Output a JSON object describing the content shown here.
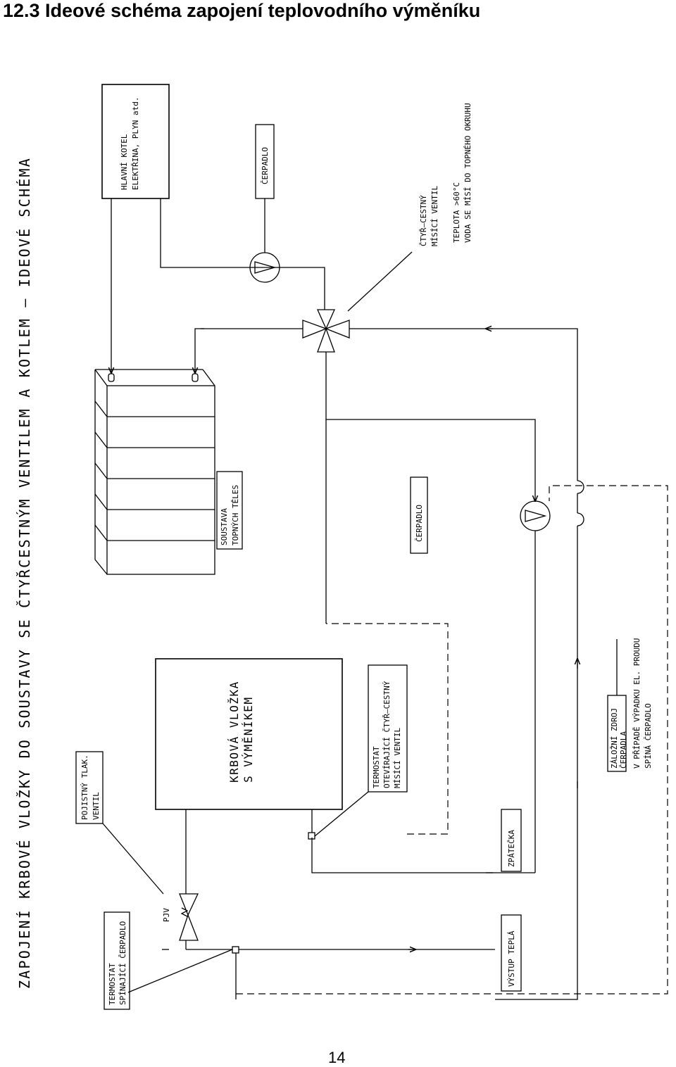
{
  "page": {
    "title": "12.3  Ideové schéma zapojení teplovodního výměníku",
    "page_number": "14"
  },
  "diagram": {
    "heading": "ZAPOJENÍ KRBOVÉ VLOŽKY DO SOUSTAVY SE ČTYŘCESTNÝM VENTILEM A KOTLEM – IDEOVÉ SCHÉMA",
    "labels": {
      "boiler_line1": "HLAVNÍ KOTEL",
      "boiler_line2": "ELEKTŘINA, PLYN atd.",
      "pump_top": "ČERPADLO",
      "valve4_line1": "ČTYŘ–CESTNÝ",
      "valve4_line2": "MÍSÍCÍ VENTIL",
      "temp_line1": "TEPLOTA >60°C",
      "temp_line2": "VODA SE MÍSÍ DO TOPNÉHO OKRUHU",
      "radiators_line1": "SOUSTAVA",
      "radiators_line2": "TOPNÝCH TĚLES",
      "pump_mid": "ČERPADLO",
      "fireplace_line1": "KRBOVÁ VLOŽKA",
      "fireplace_line2": "S VÝMĚNÍKEM",
      "thermostat_valve_line1": "TERMOSTAT",
      "thermostat_valve_line2": "OTEVÍRAJÍCÍ ČTYŘ–CESTNÝ",
      "thermostat_valve_line3": "MÍSÍCÍ VENTIL",
      "safety_valve_line1": "POJISTNÝ TLAK.",
      "safety_valve_line2": "VENTIL",
      "pjv": "PJV",
      "thermostat_pump_line1": "TERMOSTAT",
      "thermostat_pump_line2": "SPÍNAJÍCÍ ČERPADLO",
      "return": "ZPÁTEČKA",
      "outlet": "VÝSTUP TEPLÁ",
      "backup_line1": "ZÁLOŽNÍ ZDROJ",
      "backup_line2": "ČERPADLA",
      "backup_line3": "V PŘÍPADĚ VÝPADKU EL. PROUDU",
      "backup_line4": "SPÍNÁ ČERPADLO"
    }
  }
}
